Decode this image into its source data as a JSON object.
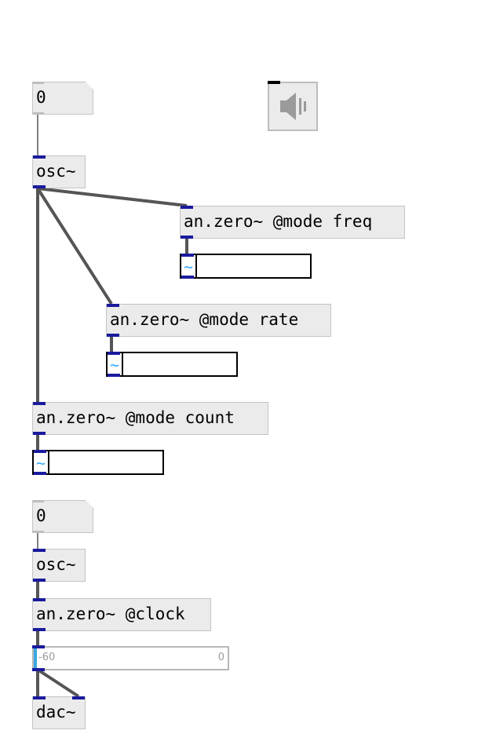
{
  "patch": {
    "msg_top_label": "0",
    "osc_top_label": "osc~",
    "zero_freq_label": "an.zero~ @mode freq",
    "zero_rate_label": "an.zero~ @mode rate",
    "zero_count_label": "an.zero~ @mode count",
    "msg_bottom_label": "0",
    "osc_bottom_label": "osc~",
    "zero_clock_label": "an.zero~ @clock",
    "dac_label": "dac~",
    "tilde_symbol": "~",
    "meter_min": "-60",
    "meter_max": "0"
  },
  "icons": {
    "speaker": "speaker-icon"
  },
  "colors": {
    "inlet": "#1a1a9e",
    "wire": "#555555",
    "signal_accent": "#33aaff"
  }
}
